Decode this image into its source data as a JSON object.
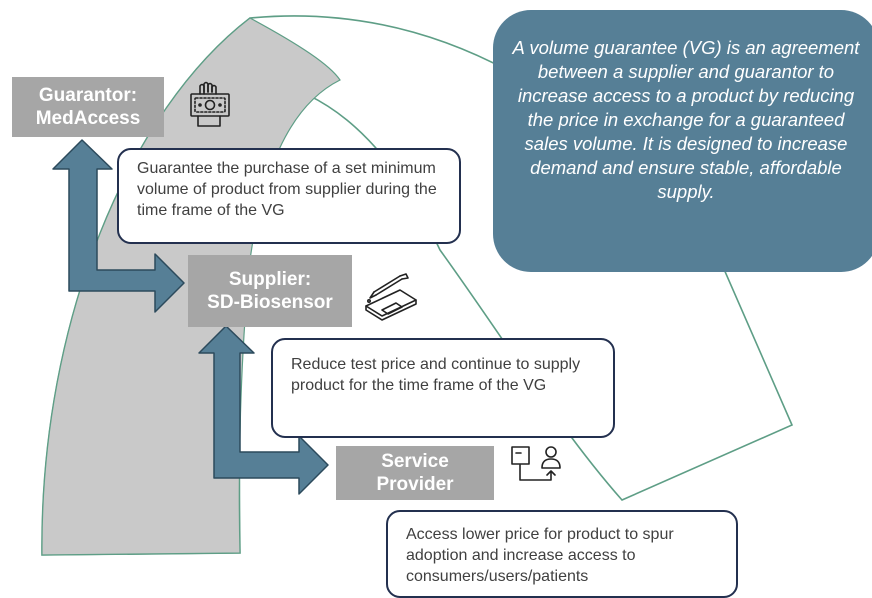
{
  "callout": {
    "text": "A volume guarantee (VG) is an agreement between a supplier and guarantor to increase access to a product by reducing the price in exchange for a guaranteed sales volume. It is designed to increase demand and ensure stable, affordable supply."
  },
  "roles": {
    "guarantor": {
      "line1": "Guarantor:",
      "line2": "MedAccess"
    },
    "supplier": {
      "line1": "Supplier:",
      "line2": "SD-Biosensor"
    },
    "service_provider": {
      "line1": "Service",
      "line2": "Provider"
    }
  },
  "notes": {
    "guarantor": "Guarantee the purchase of a set minimum volume of product from supplier during the time frame of the VG",
    "supplier": "Reduce test price and continue to supply product for the time frame of the VG",
    "service_provider": "Access lower price for product to spur adoption and increase access to consumers/users/patients"
  },
  "icons": {
    "guarantor": "cash-in-hand-icon",
    "supplier": "test-kit-dropper-icon",
    "service_provider": "box-to-person-icon"
  },
  "colors": {
    "arrow_fill": "#567f96",
    "arrow_stroke": "#2c4a5c",
    "role_box": "#a6a6a6",
    "callout": "#567f96",
    "cycle_outline": "#5e9e86",
    "cycle_band": "#c9c9c9",
    "note_border": "#23304f"
  }
}
